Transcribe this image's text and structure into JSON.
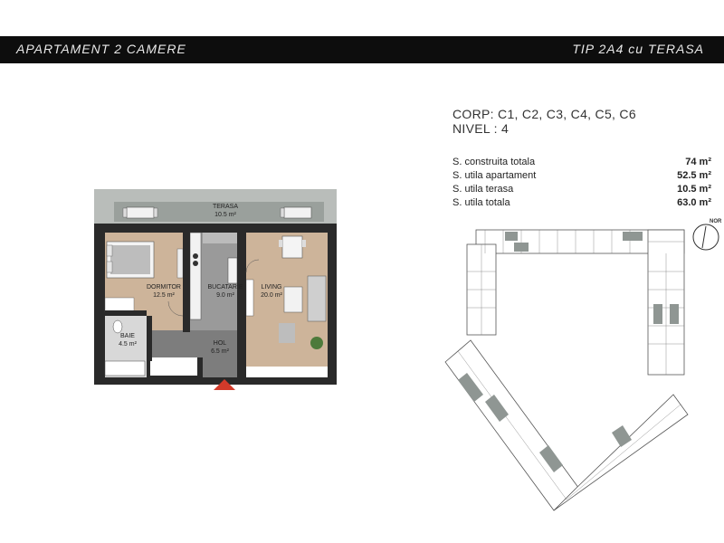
{
  "header": {
    "left_title": "APARTAMENT 2 CAMERE",
    "right_title": "TIP 2A4 cu TERASA"
  },
  "info": {
    "corp": "CORP: C1, C2, C3, C4, C5, C6",
    "nivel": "NIVEL : 4",
    "rows": [
      {
        "label": "S. construita totala",
        "value": "74 m²"
      },
      {
        "label": "S. utila apartament",
        "value": "52.5 m²"
      },
      {
        "label": "S. utila terasa",
        "value": "10.5 m²"
      },
      {
        "label": "S. utila totala",
        "value": "63.0 m²"
      }
    ]
  },
  "rooms": {
    "terasa": {
      "name": "TERASA",
      "area": "10.5 m²"
    },
    "dormitor": {
      "name": "DORMITOR",
      "area": "12.5 m²"
    },
    "bucatarie": {
      "name": "BUCATARIE",
      "area": "9.0 m²"
    },
    "living": {
      "name": "LIVING",
      "area": "20.0 m²"
    },
    "baie": {
      "name": "BAIE",
      "area": "4.5 m²"
    },
    "hol": {
      "name": "HOL",
      "area": "6.5 m²"
    }
  },
  "compass": {
    "label": "NOR"
  },
  "colors": {
    "header_bg": "#0d0d0d",
    "floor_wood": "#cdb49a",
    "floor_tile": "#8a8a8a",
    "terrace": "#9aa09c",
    "entry_marker": "#d23a2a",
    "highlight_units": "#8f9693"
  }
}
